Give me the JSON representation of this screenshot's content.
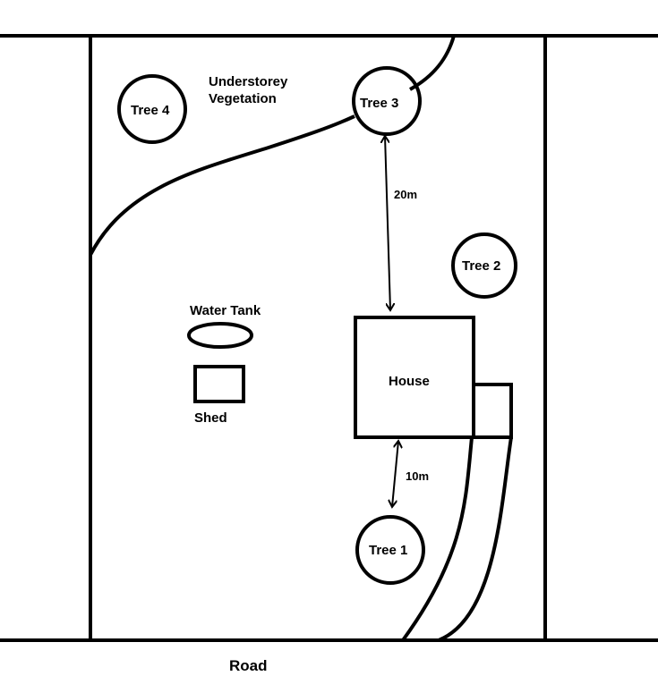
{
  "labels": {
    "understorey_line1": "Understorey",
    "understorey_line2": "Vegetation",
    "tree1": "Tree 1",
    "tree2": "Tree 2",
    "tree3": "Tree 3",
    "tree4": "Tree 4",
    "water_tank": "Water Tank",
    "shed": "Shed",
    "house": "House",
    "distance_tree3_house": "20m",
    "distance_house_tree1": "10m",
    "road": "Road"
  },
  "colors": {
    "stroke": "#000000",
    "background": "#ffffff"
  }
}
